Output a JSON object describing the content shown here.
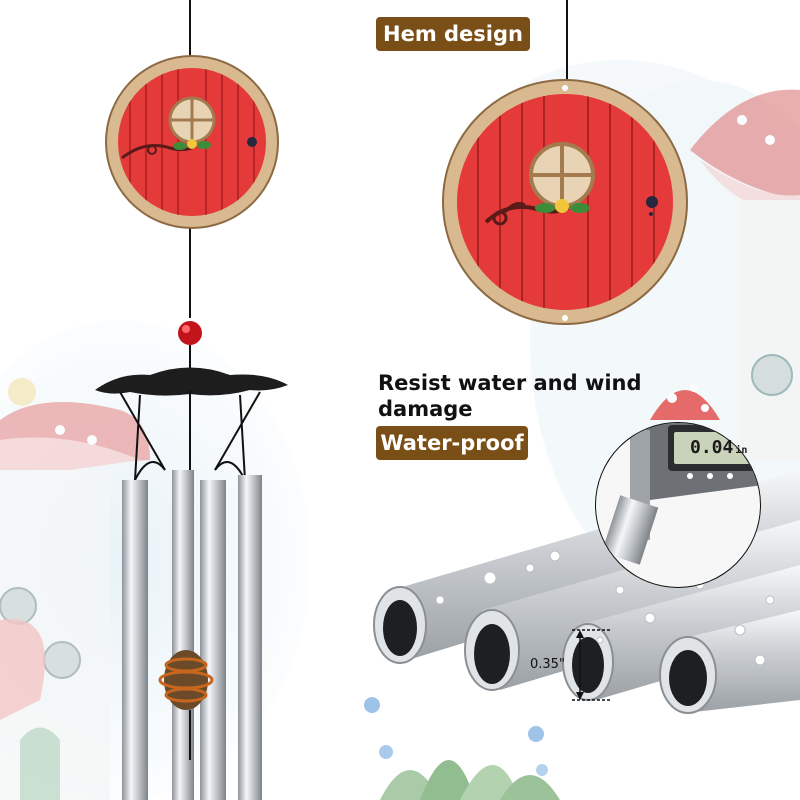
{
  "labels": {
    "hem_design": "Hem design",
    "resist_line1": "Resist water and wind",
    "resist_line2": "damage",
    "water_proof": "Water-proof",
    "caliper_reading": "0.04",
    "caliper_unit": "in",
    "tube_diameter": "0.35\""
  },
  "colors": {
    "badge_bg": "#7a4f17",
    "door_red": "#e53a3a",
    "wood_ring": "#d9b98f",
    "tube_silver": "#d6d9dc"
  },
  "icons": {
    "door_panel": "hobbit-door-icon",
    "caliper": "digital-caliper-icon"
  }
}
